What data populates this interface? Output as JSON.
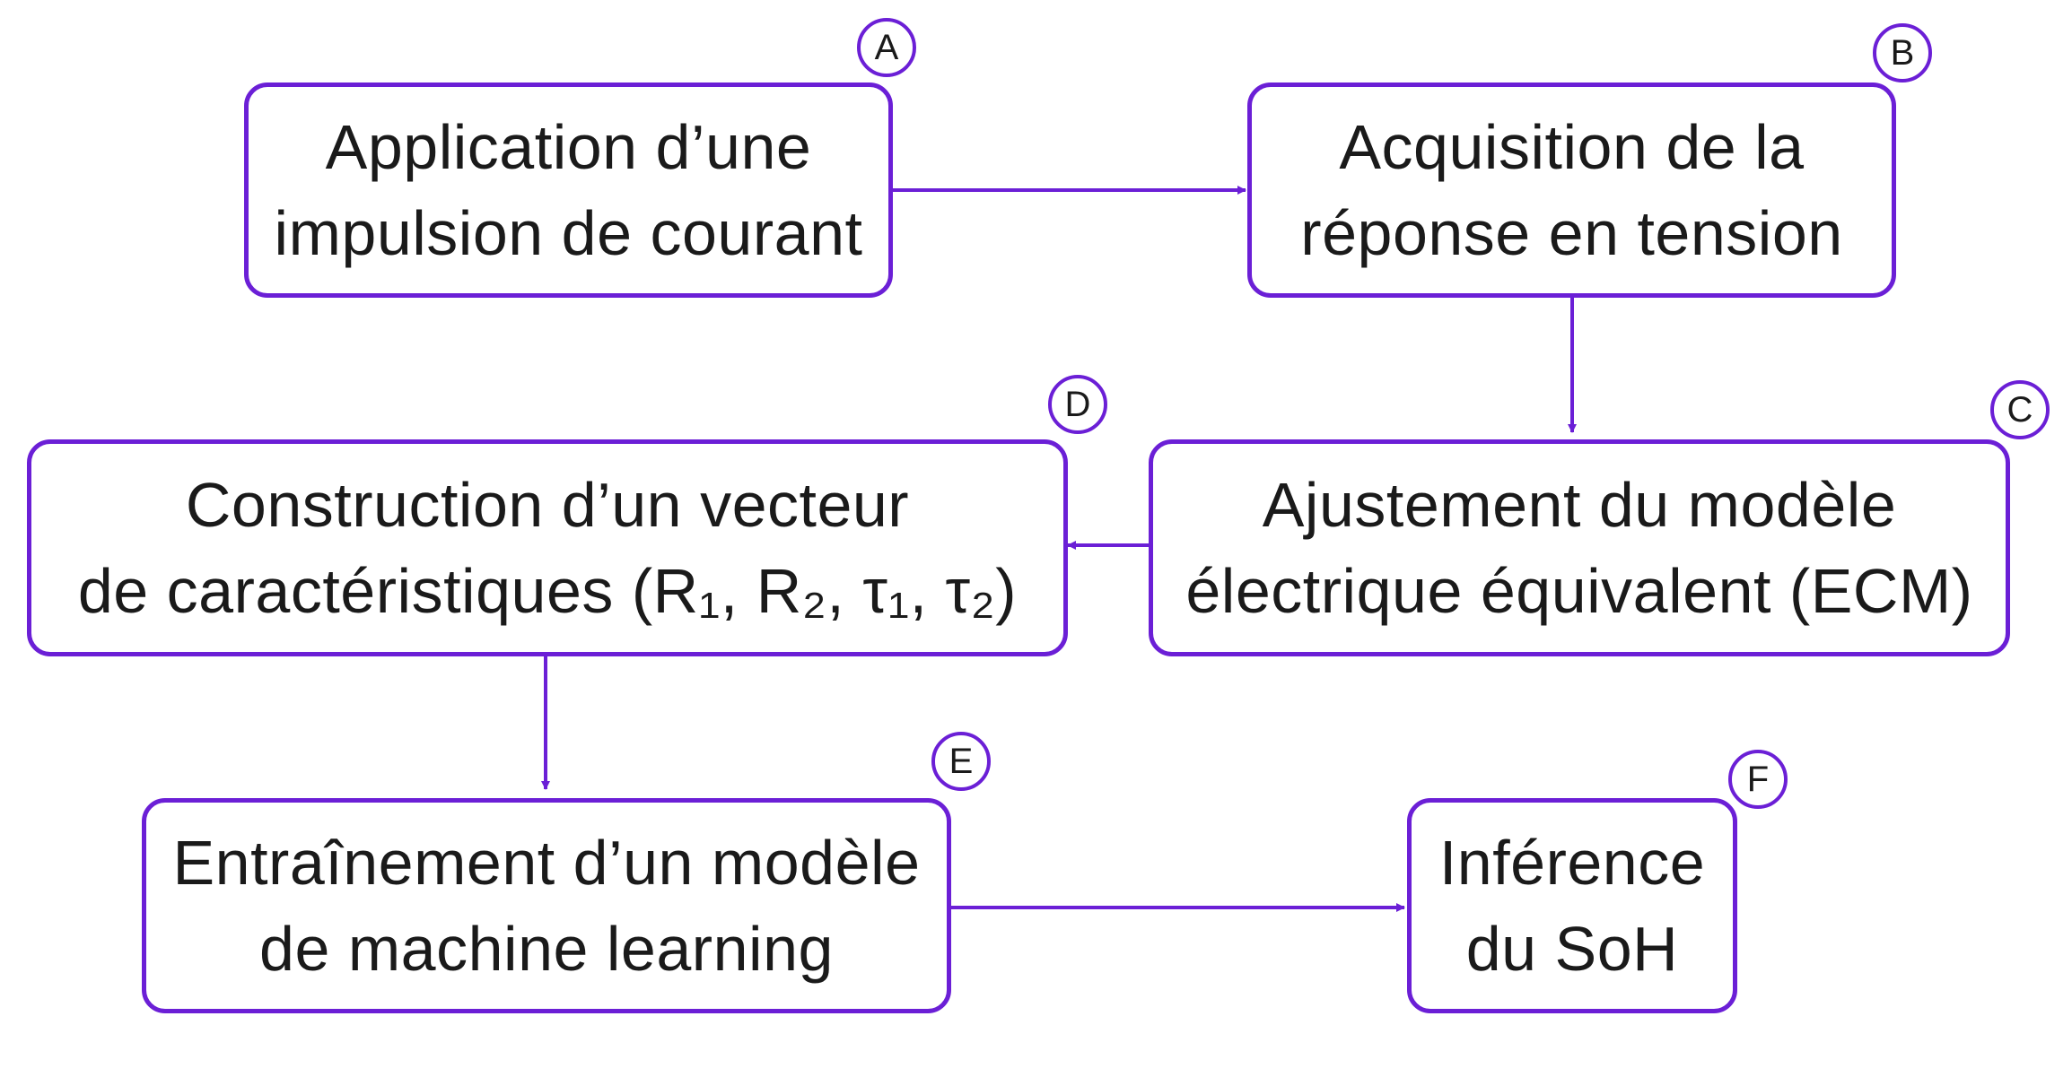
{
  "colors": {
    "accent": "#6b1fd6",
    "text": "#1a1a1a",
    "background": "#ffffff"
  },
  "steps": {
    "A": {
      "badge": "A",
      "line1": "Application d’une",
      "line2": "impulsion de courant"
    },
    "B": {
      "badge": "B",
      "line1": "Acquisition de la",
      "line2": "réponse en tension"
    },
    "C": {
      "badge": "C",
      "line1": "Ajustement du modèle",
      "line2": "électrique équivalent (ECM)"
    },
    "D": {
      "badge": "D",
      "line1": "Construction d’un vecteur",
      "line2": "de caractéristiques (R₁, R₂, τ₁, τ₂)"
    },
    "E": {
      "badge": "E",
      "line1": "Entraînement d’un modèle",
      "line2": "de machine learning"
    },
    "F": {
      "badge": "F",
      "line1": "Inférence",
      "line2": "du SoH"
    }
  },
  "flow": [
    [
      "A",
      "B"
    ],
    [
      "B",
      "C"
    ],
    [
      "C",
      "D"
    ],
    [
      "D",
      "E"
    ],
    [
      "E",
      "F"
    ]
  ]
}
